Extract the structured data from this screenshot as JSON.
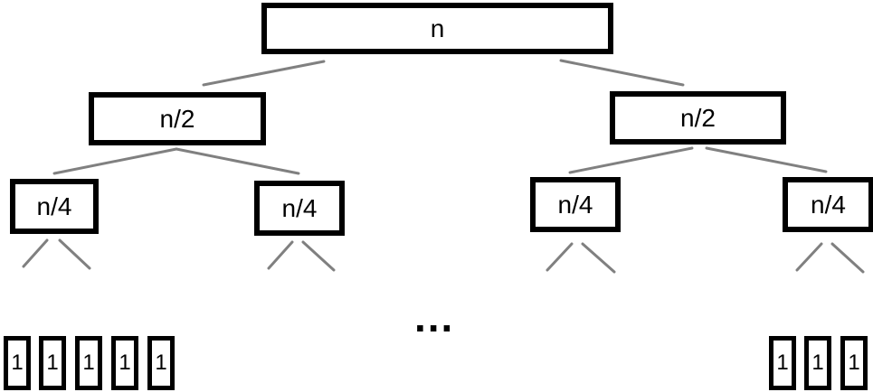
{
  "diagram": {
    "root": {
      "label": "n"
    },
    "level1": [
      {
        "label": "n/2"
      },
      {
        "label": "n/2"
      }
    ],
    "level2": [
      {
        "label": "n/4"
      },
      {
        "label": "n/4"
      },
      {
        "label": "n/4"
      },
      {
        "label": "n/4"
      }
    ],
    "ellipsis": "...",
    "leaves_left": [
      "1",
      "1",
      "1",
      "1",
      "1"
    ],
    "leaves_right": [
      "1",
      "1",
      "1"
    ],
    "colors": {
      "box_border": "#000000",
      "edge": "#808080",
      "text": "#000000"
    }
  }
}
